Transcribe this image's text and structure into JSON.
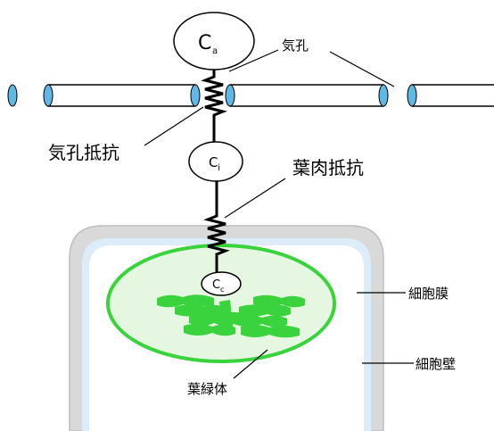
{
  "nodes": {
    "atmosphere": {
      "main": "C",
      "sub": "a"
    },
    "intercellular": {
      "main": "C",
      "sub": "i"
    },
    "chloroplast": {
      "main": "C",
      "sub": "c"
    }
  },
  "labels": {
    "stoma": "気孔",
    "stomatal_resistance": "気孔抵抗",
    "mesophyll_resistance": "葉肉抵抗",
    "cell_membrane": "細胞膜",
    "cell_wall": "細胞壁",
    "chloroplast": "葉緑体"
  },
  "colors": {
    "cell_wall": "#d9d9d9",
    "cell_wall_edge": "#bdbdbd",
    "membrane": "#dcecf8",
    "cytoplasm": "#ffffff",
    "chloroplast_fill": "#e6f7e1",
    "chloroplast_edge": "#39d33c",
    "thylakoid": "#3bd33d",
    "pore": "#5fb8e6",
    "line": "#000000"
  }
}
